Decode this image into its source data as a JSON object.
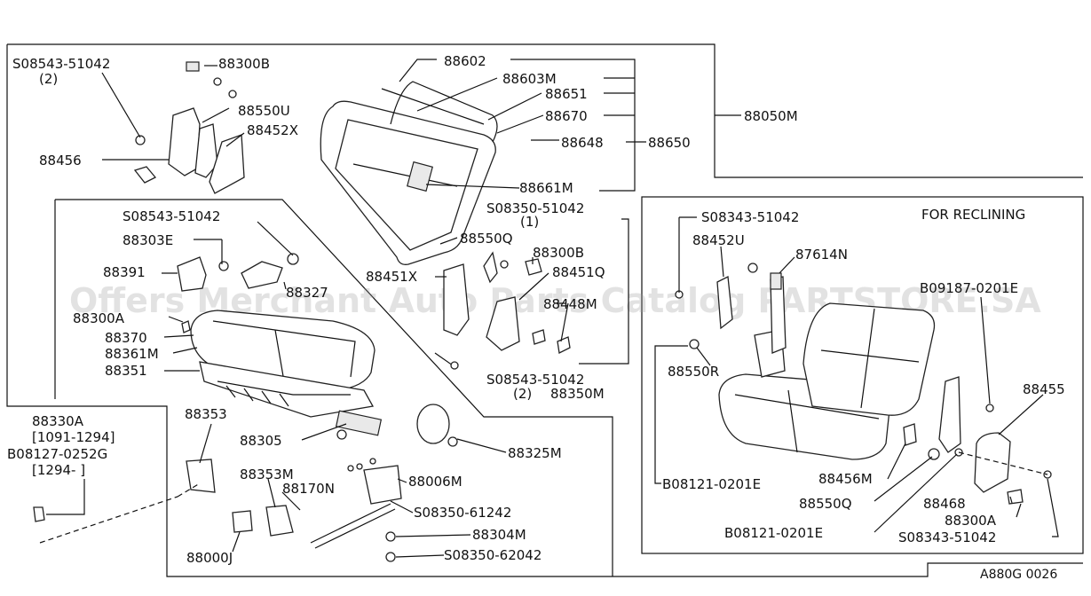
{
  "diagram": {
    "watermark": "Offers Merchant Auto Parts Catalog PARTSTORE.SA",
    "diagram_code": "A880G 0026",
    "reclining_section_title": "FOR RECLINING",
    "labels": {
      "l01": "S08543-51042",
      "l02": "(2)",
      "l03": "88300B",
      "l04": "88550U",
      "l05": "88452X",
      "l06": "88456",
      "l07": "88602",
      "l08": "88603M",
      "l09": "88651",
      "l10": "88670",
      "l11": "88648",
      "l12": "88650",
      "l13": "88050M",
      "l14": "88661M",
      "l15": "S08543-51042",
      "l16": "88303E",
      "l17": "88391",
      "l18": "88327",
      "l19": "88300A",
      "l20": "88370",
      "l21": "88361M",
      "l22": "88351",
      "l23": "S08350-51042",
      "l24": "(1)",
      "l25": "88550Q",
      "l26": "88300B",
      "l27": "88451X",
      "l28": "88451Q",
      "l29": "88448M",
      "l30": "S08543-51042",
      "l31": "(2)",
      "l32": "88350M",
      "l33": "88330A",
      "l34": "[1091-1294]",
      "l35": "B08127-0252G",
      "l36": "[1294-        ]",
      "l37": "88353",
      "l38": "88305",
      "l39": "88325M",
      "l40": "88353M",
      "l41": "88170N",
      "l42": "88006M",
      "l43": "S08350-61242",
      "l44": "88304M",
      "l45": "S08350-62042",
      "l46": "88000J",
      "l47": "S08343-51042",
      "l48": "88452U",
      "l49": "87614N",
      "l50": "B09187-0201E",
      "l51": "88550R",
      "l52": "88455",
      "l53": "B08121-0201E",
      "l54": "88456M",
      "l55": "88550Q",
      "l56": "88468",
      "l57": "88300A",
      "l58": "B08121-0201E",
      "l59": "S08343-51042"
    }
  }
}
